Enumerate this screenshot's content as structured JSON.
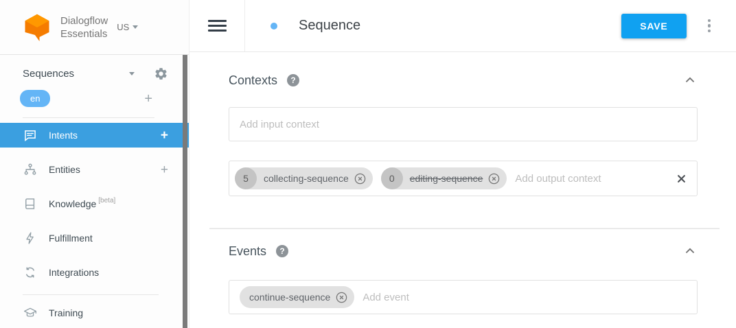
{
  "sidebar": {
    "brand_line1": "Dialogflow",
    "brand_line2": "Essentials",
    "region": "US",
    "agent_name": "Sequences",
    "language": "en",
    "add_language": "+",
    "nav": {
      "intents": "Intents",
      "intents_add": "+",
      "entities": "Entities",
      "entities_add": "+",
      "knowledge": "Knowledge",
      "knowledge_badge": "[beta]",
      "fulfillment": "Fulfillment",
      "integrations": "Integrations",
      "training": "Training"
    }
  },
  "header": {
    "title": "Sequence",
    "save": "SAVE"
  },
  "contexts": {
    "heading": "Contexts",
    "help": "?",
    "input_placeholder": "Add input context",
    "output_placeholder": "Add output context",
    "chips": [
      {
        "count": "5",
        "label": "collecting-sequence"
      },
      {
        "count": "0",
        "label": "editing-sequence"
      }
    ]
  },
  "events": {
    "heading": "Events",
    "help": "?",
    "placeholder": "Add event",
    "chip": "continue-sequence"
  },
  "colors": {
    "active_nav_blue": "#3b9fe0",
    "save_blue": "#10a1f1",
    "language_badge_blue": "#64b5f6",
    "title_dot_blue": "#64b5f6",
    "chip_gray": "#e1e1e1",
    "logo_orange": "#f57c00"
  }
}
